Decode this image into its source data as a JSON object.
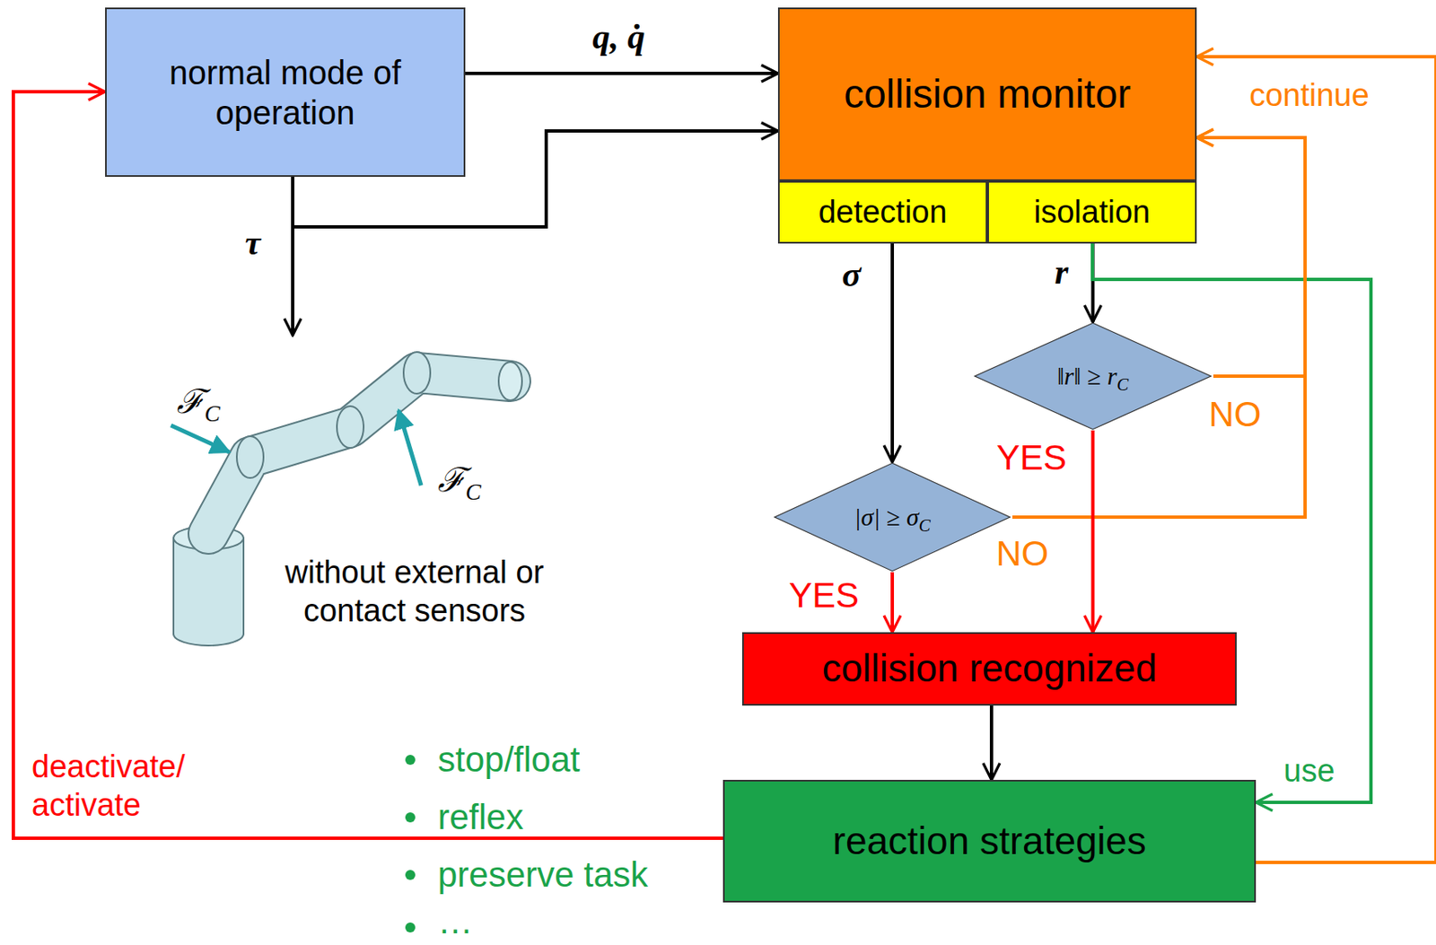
{
  "diagram": {
    "nodes": [
      {
        "text": [
          "normal mode of operation"
        ]
      },
      {
        "text": [
          "collision monitor"
        ]
      },
      {
        "text": [
          "detection"
        ]
      },
      {
        "text": [
          "isolation"
        ]
      },
      {
        "text": [
          "‖r‖ ≥ rC"
        ]
      },
      {
        "text": [
          "|σ| ≥ σC"
        ]
      },
      {
        "text": [
          "collision recognized"
        ]
      },
      {
        "text": [
          "reaction strategies"
        ]
      }
    ],
    "edges": [
      {
        "from": 0,
        "to": 1,
        "arrow": "to",
        "label": "q, q̇"
      },
      {
        "from": 0,
        "to": 1,
        "arrow": "to"
      },
      {
        "from": 2,
        "to": 5,
        "arrow": "to",
        "label": "σ"
      },
      {
        "from": 3,
        "to": 4,
        "arrow": "to",
        "label": "r"
      },
      {
        "from": 3,
        "to": 7,
        "arrow": "to",
        "label": "use"
      },
      {
        "from": 4,
        "to": 1,
        "arrow": "to",
        "label": "NO"
      },
      {
        "from": 5,
        "to": 1,
        "arrow": "to",
        "label": "NO"
      },
      {
        "from": 4,
        "to": 6,
        "arrow": "to",
        "label": "YES"
      },
      {
        "from": 5,
        "to": 6,
        "arrow": "to",
        "label": "YES"
      },
      {
        "from": 6,
        "to": 7,
        "arrow": "to"
      },
      {
        "from": 7,
        "to": 1,
        "arrow": "to",
        "label": "continue"
      },
      {
        "from": 7,
        "to": 0,
        "arrow": "to",
        "label": "deactivate/ activate"
      }
    ],
    "labels": [
      "τ",
      "ℱC",
      "ℱC",
      "without external or contact sensors",
      "stop/float",
      "reflex",
      "preserve task",
      "…"
    ]
  }
}
